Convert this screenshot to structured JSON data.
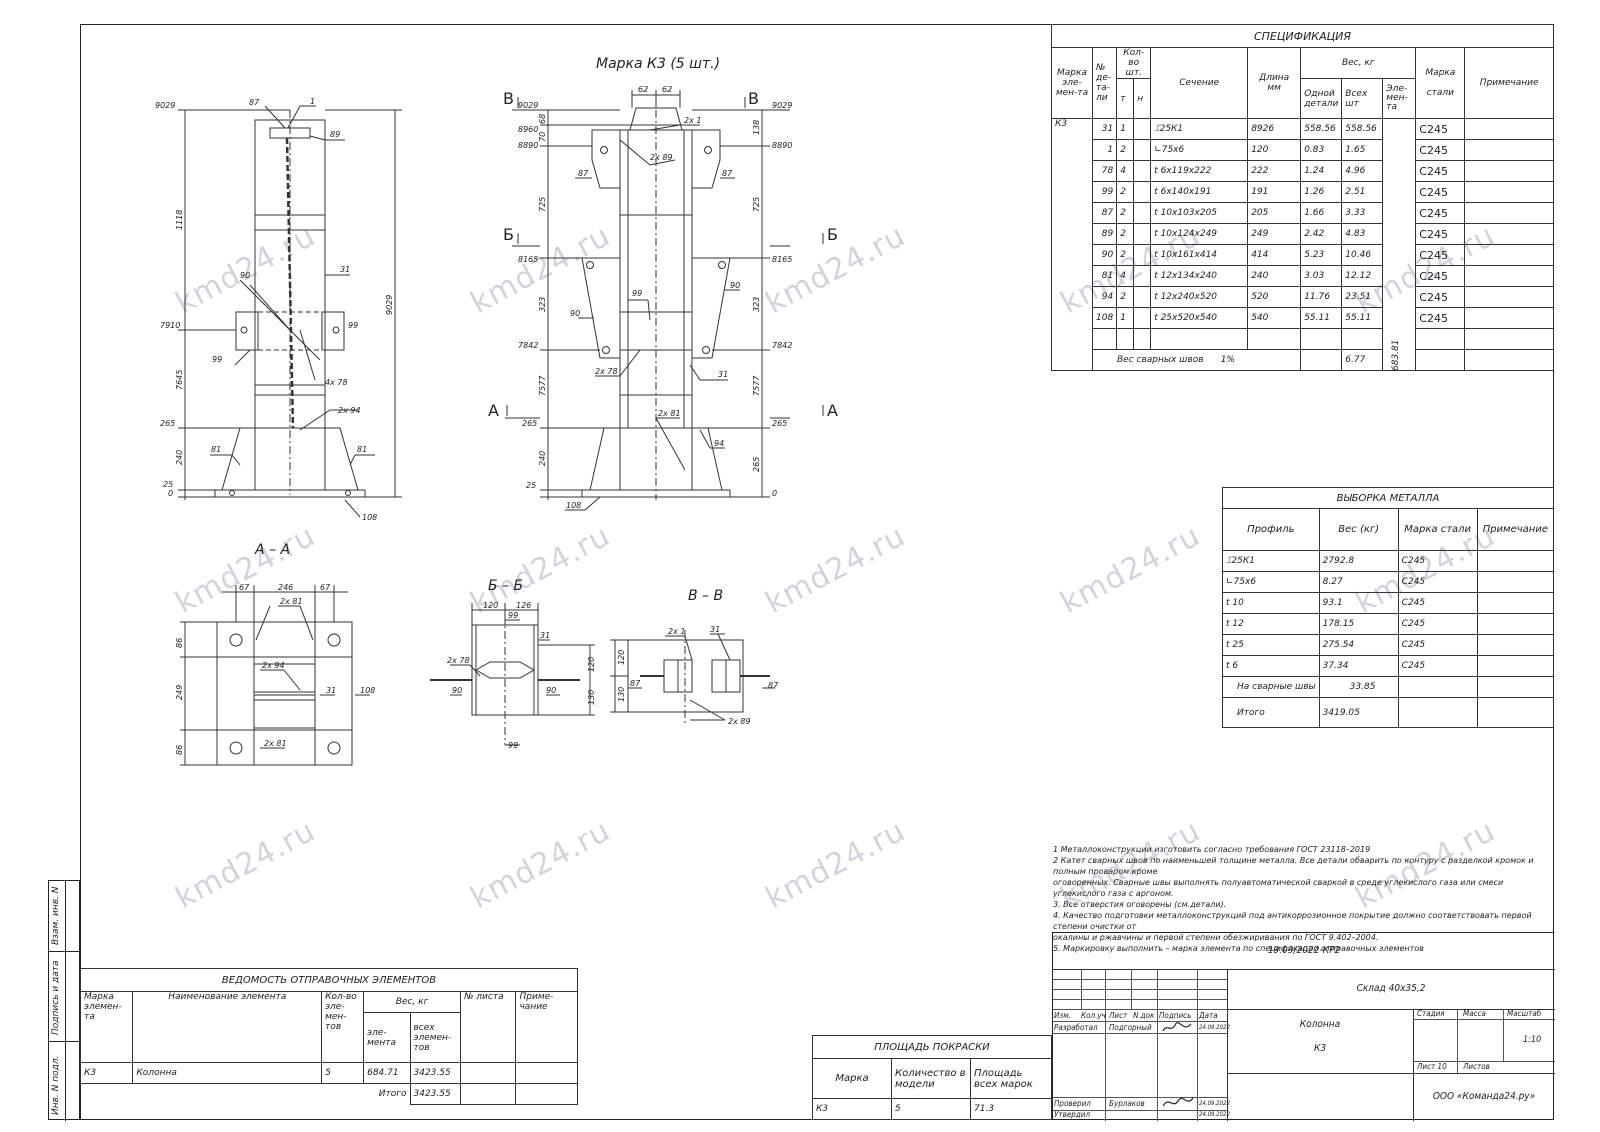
{
  "drawing": {
    "title": "Марка К3 (5 шт.)",
    "section_aa": "А – А",
    "section_bb": "Б – Б",
    "section_vv": "В – В",
    "cut_a": "А",
    "cut_b": "Б",
    "cut_v": "В",
    "elev_top": "9029",
    "elev_8960": "8960",
    "elev_8890": "8890",
    "elev_8165": "8165",
    "elev_7910": "7910",
    "elev_7842": "7842",
    "elev_265": "265",
    "elev_25": "25",
    "elev_0": "0",
    "dim_1118": "1118",
    "dim_7645": "7645",
    "dim_240": "240",
    "dim_9029": "9029",
    "dim_725": "725",
    "dim_323": "323",
    "dim_7577": "7577",
    "dim_62": "62",
    "dim_68": "68",
    "dim_70": "70",
    "dim_138": "138",
    "dim_67": "67",
    "dim_246": "246",
    "dim_86": "86",
    "dim_249": "249",
    "dim_120": "120",
    "dim_126": "126",
    "dim_130": "130",
    "p87": "87",
    "p1": "1",
    "p89": "89",
    "p31": "31",
    "p90": "90",
    "p99": "99",
    "p4x78": "4x 78",
    "p2x94": "2x 94",
    "p81": "81",
    "p108": "108",
    "p94": "94",
    "p2x1": "2x 1",
    "p2x89": "2x 89",
    "p2x78": "2x 78",
    "p2x81": "2x 81"
  },
  "watermark": "kmd24.ru",
  "spec": {
    "title": "СПЕЦИФИКАЦИЯ",
    "h_mark": "Марка эле-мен-та",
    "h_no": "№ де-та-ли",
    "h_qty": "Кол-во шт.",
    "h_t": "т",
    "h_n": "н",
    "h_section": "Сечение",
    "h_length": "Длина",
    "h_mm": "мм",
    "h_weight": "Вес, кг",
    "h_one": "Одной детали",
    "h_all": "Всех шт",
    "h_elem": "Эле-мен-та",
    "h_steel": "Марка",
    "h_steel2": "стали",
    "h_note": "Примечание",
    "mark": "К3",
    "rows": [
      {
        "no": "31",
        "qty": "1",
        "sec": "⌶25К1",
        "len": "8926",
        "one": "558.56",
        "all": "558.56",
        "steel": "С245"
      },
      {
        "no": "1",
        "qty": "2",
        "sec": "∟75х6",
        "len": "120",
        "one": "0.83",
        "all": "1.65",
        "steel": "С245"
      },
      {
        "no": "78",
        "qty": "4",
        "sec": "t 6х119х222",
        "len": "222",
        "one": "1.24",
        "all": "4.96",
        "steel": "С245"
      },
      {
        "no": "99",
        "qty": "2",
        "sec": "t 6х140х191",
        "len": "191",
        "one": "1.26",
        "all": "2.51",
        "steel": "С245"
      },
      {
        "no": "87",
        "qty": "2",
        "sec": "t 10х103х205",
        "len": "205",
        "one": "1.66",
        "all": "3.33",
        "steel": "С245"
      },
      {
        "no": "89",
        "qty": "2",
        "sec": "t 10х124х249",
        "len": "249",
        "one": "2.42",
        "all": "4.83",
        "steel": "С245"
      },
      {
        "no": "90",
        "qty": "2",
        "sec": "t 10х161х414",
        "len": "414",
        "one": "5.23",
        "all": "10.46",
        "steel": "С245"
      },
      {
        "no": "81",
        "qty": "4",
        "sec": "t 12х134х240",
        "len": "240",
        "one": "3.03",
        "all": "12.12",
        "steel": "С245"
      },
      {
        "no": "94",
        "qty": "2",
        "sec": "t 12х240х520",
        "len": "520",
        "one": "11.76",
        "all": "23.51",
        "steel": "С245"
      },
      {
        "no": "108",
        "qty": "1",
        "sec": "t 25х520х540",
        "len": "540",
        "one": "55.11",
        "all": "55.11",
        "steel": "С245"
      }
    ],
    "weld_label": "Вес сварных швов",
    "weld_pct": "1%",
    "weld_val": "6.77",
    "elem_total": "683.81"
  },
  "metal": {
    "title": "ВЫБОРКА МЕТАЛЛА",
    "h_profile": "Профиль",
    "h_weight": "Вес (кг)",
    "h_steel": "Марка стали",
    "h_note": "Примечание",
    "rows": [
      {
        "p": "⌶25К1",
        "w": "2792.8",
        "s": "С245"
      },
      {
        "p": "∟75х6",
        "w": "8.27",
        "s": "С245"
      },
      {
        "p": "t 10",
        "w": "93.1",
        "s": "С245"
      },
      {
        "p": "t 12",
        "w": "178.15",
        "s": "С245"
      },
      {
        "p": "t 25",
        "w": "275.54",
        "s": "С245"
      },
      {
        "p": "t 6",
        "w": "37.34",
        "s": "С245"
      }
    ],
    "weld_label": "На сварные швы",
    "weld_val": "33.85",
    "total_label": "Итого",
    "total_val": "3419.05"
  },
  "notes": [
    "1  Металлоконструкции изготовить согласно требования ГОСТ 23118–2019",
    "2  Катет сварных швов по наименьшей толщине металла. Все детали обварить по контуру с разделкой кромок и полным проваром кроме",
    "оговоренных. Сварные швы выполнять полуавтоматической сваркой в среде углекислого газа или смеси углекислого газа с аргоном.",
    "3. Все отверстия оговорены (см.детали).",
    "4. Качество подготовки металлоконструкций под антикоррозионное покрытие должно соответствовать первой степени очистки от",
    "окалины и  ржавчины и первой степени обезжиривания по ГОСТ 9.402–2004.",
    "5. Маркировку выполнить – марка элемента по спецификации отправочных элементов"
  ],
  "shipping": {
    "title": "ВЕДОМОСТЬ ОТПРАВОЧНЫХ ЭЛЕМЕНТОВ",
    "h_mark": "Марка элемен-та",
    "h_name": "Наименование элемента",
    "h_qty": "Кол-во эле-мен-тов",
    "h_weight": "Вес, кг",
    "h_elem": "эле-мента",
    "h_all": "всех элемен-тов",
    "h_sheet": "№ листа",
    "h_note": "Приме-чание",
    "row": {
      "mark": "К3",
      "name": "Колонна",
      "qty": "5",
      "w1": "684.71",
      "w2": "3423.55"
    },
    "total_label": "Итого",
    "total_val": "3423.55"
  },
  "paint": {
    "title": "ПЛОЩАДЬ ПОКРАСКИ",
    "h_mark": "Марка",
    "h_qty": "Количество в модели",
    "h_area": "Площадь всех марок",
    "row": {
      "mark": "К3",
      "qty": "5",
      "area": "71.3"
    }
  },
  "stamp": {
    "code": "19.09/2022-КР2",
    "object": "Склад 40х35,2",
    "name": "Колонна",
    "mark": "К3",
    "h_izm": "Изм.",
    "h_koluch": "Кол.уч",
    "h_list": "Лист",
    "h_ndok": "N док",
    "h_podp": "Подпись",
    "h_data": "Дата",
    "razrab": "Разработал",
    "razrab_name": "Подгорный",
    "proveril": "Проверил",
    "proveril_name": "Бурлаков",
    "utverdil": "Утвердил",
    "date": "24.09.2022",
    "h_stadiya": "Стадия",
    "h_massa": "Масса",
    "h_masshtab": "Масштаб",
    "masshtab": "1:10",
    "list_label": "Лист 10",
    "listov_label": "Листов",
    "org": "ООО «Команда24.ру»"
  },
  "sidebar": {
    "vzam": "Взам. инв. N",
    "podpis": "Подпись и дата",
    "inv": "Инв. N подл."
  }
}
